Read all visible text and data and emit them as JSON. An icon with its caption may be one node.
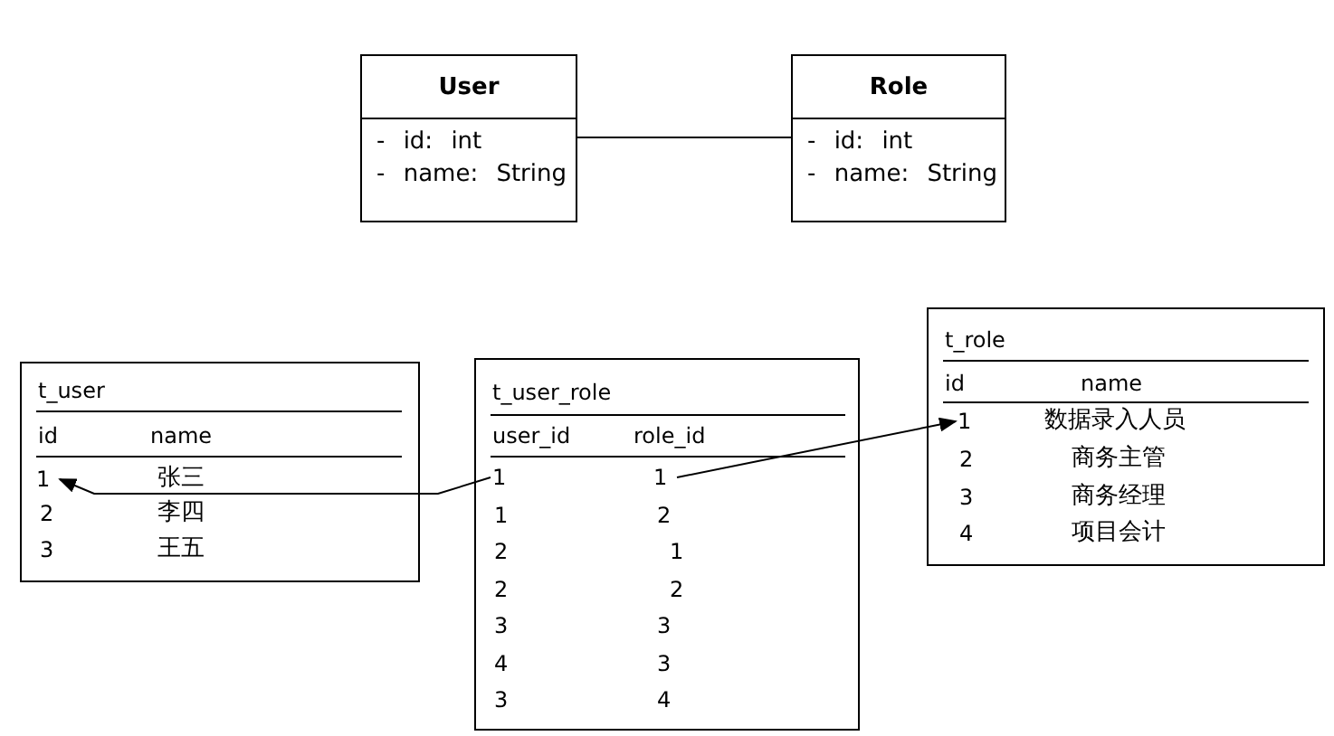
{
  "diagram": {
    "nodes": [
      {
        "text": [
          "User",
          "- id: int",
          "- name: String"
        ]
      },
      {
        "text": [
          "Role",
          "- id: int",
          "- name: String"
        ]
      },
      {
        "text": [
          "t_user",
          "id",
          "name",
          "张三",
          "2",
          "李四",
          "3",
          "王五"
        ]
      },
      {
        "text": [
          "1"
        ],
        "in": 2
      },
      {
        "text": [
          "t_user_role",
          "user_id",
          "role_id",
          "1",
          "2",
          "2",
          "1",
          "2",
          "2",
          "3",
          "3",
          "4",
          "3",
          "3",
          "4"
        ]
      },
      {
        "text": [
          "1"
        ],
        "in": 4
      },
      {
        "text": [
          "1"
        ],
        "in": 4
      },
      {
        "text": [
          "t_role",
          "id",
          "name",
          "数据录入人员",
          "2",
          "商务主管",
          "3",
          "商务经理",
          "4",
          "项目会计"
        ]
      },
      {
        "text": [
          "1"
        ],
        "in": 7
      }
    ],
    "edges": [
      {
        "from": 0,
        "to": 1,
        "arrow": "none"
      },
      {
        "from": 5,
        "to": 3,
        "arrow": "to"
      },
      {
        "from": 6,
        "to": 8,
        "arrow": "to"
      }
    ]
  }
}
